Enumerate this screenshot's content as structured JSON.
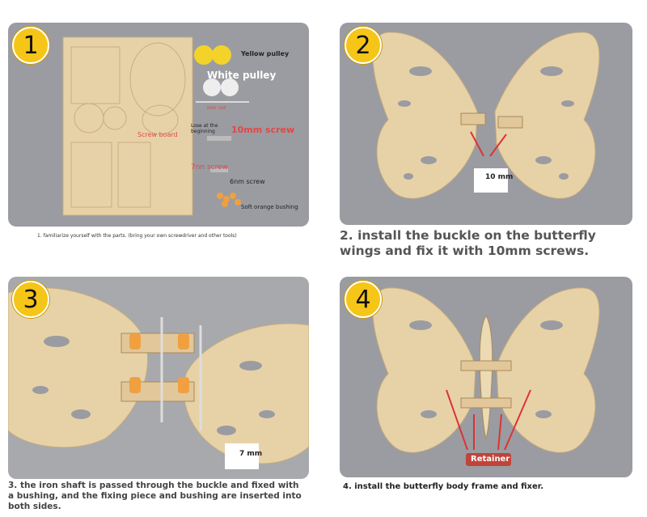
{
  "steps": [
    {
      "number": "1",
      "caption": "1. familiarize yourself with the parts. (bring your own screwdriver and other tools)"
    },
    {
      "number": "2",
      "caption": "2. install the buckle on the butterfly wings and fix it with 10mm screws."
    },
    {
      "number": "3",
      "caption": "3. the iron shaft is passed through the buckle and fixed with a bushing, and the fixing piece and bushing are inserted into both sides."
    },
    {
      "number": "4",
      "caption": "4. install the butterfly body frame and fixer."
    }
  ],
  "parts_labels": {
    "yellow_pulley": "Yellow pulley",
    "white_pulley": "White pulley",
    "iron_rod": "Iron rod",
    "screw_board": "Screw board",
    "loose_at_beginning": "Lose at the beginning",
    "screw_10mm": "10mm screw",
    "screw_7mm": "7nn screw",
    "screw_6mm": "6nm screw",
    "soft_bushing": "Soft orange bushing"
  },
  "screw_badges": {
    "step2": "10 mm",
    "step3": "7 mm"
  },
  "retainer_label": "Retainer",
  "colors": {
    "badge": "#f5c518",
    "panel": "#9b9ca1",
    "wood": "#e7d2a8",
    "accent_red": "#e04848",
    "bushing": "#f0a040"
  }
}
